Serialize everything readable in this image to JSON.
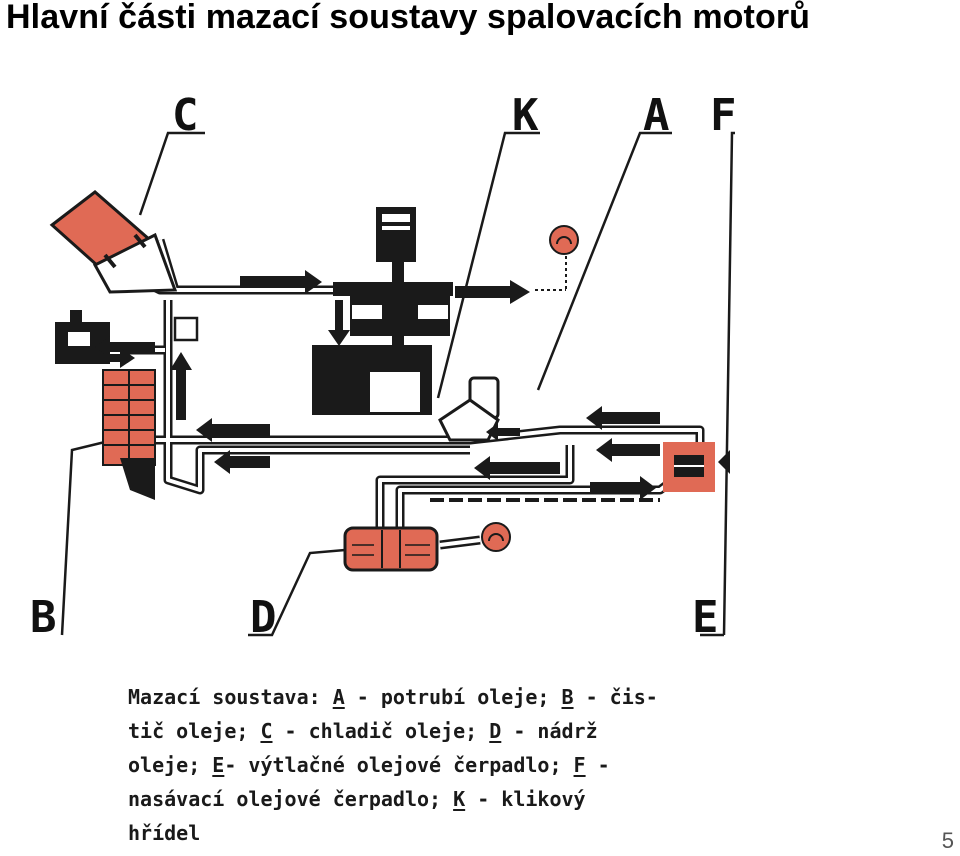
{
  "title": "Hlavní části mazací soustavy spalovacích motorů",
  "labels": {
    "A": "A",
    "B": "B",
    "C": "C",
    "D": "D",
    "E": "E",
    "F": "F",
    "K": "K"
  },
  "caption": {
    "l1_a": "Mazací soustava: ",
    "l1_A": "A",
    "l1_b": " - potrubí oleje; ",
    "l1_B": "B",
    "l1_c": " - čis-",
    "l2_a": "tič oleje; ",
    "l2_C": "C",
    "l2_b": " - chladič oleje; ",
    "l2_D": "D",
    "l2_c": " - nádrž",
    "l3_a": "oleje; ",
    "l3_E": "E",
    "l3_b": "- výtlačné olejové čerpadlo; ",
    "l3_F": "F",
    "l3_c": " -",
    "l4_a": "nasávací olejové čerpadlo; ",
    "l4_K": "K",
    "l4_b": " - klikový",
    "l5_a": "hřídel"
  },
  "page_number": "5",
  "colors": {
    "component": "#e06a55",
    "line": "#1a1a1a",
    "pipe": "#ffffff"
  }
}
